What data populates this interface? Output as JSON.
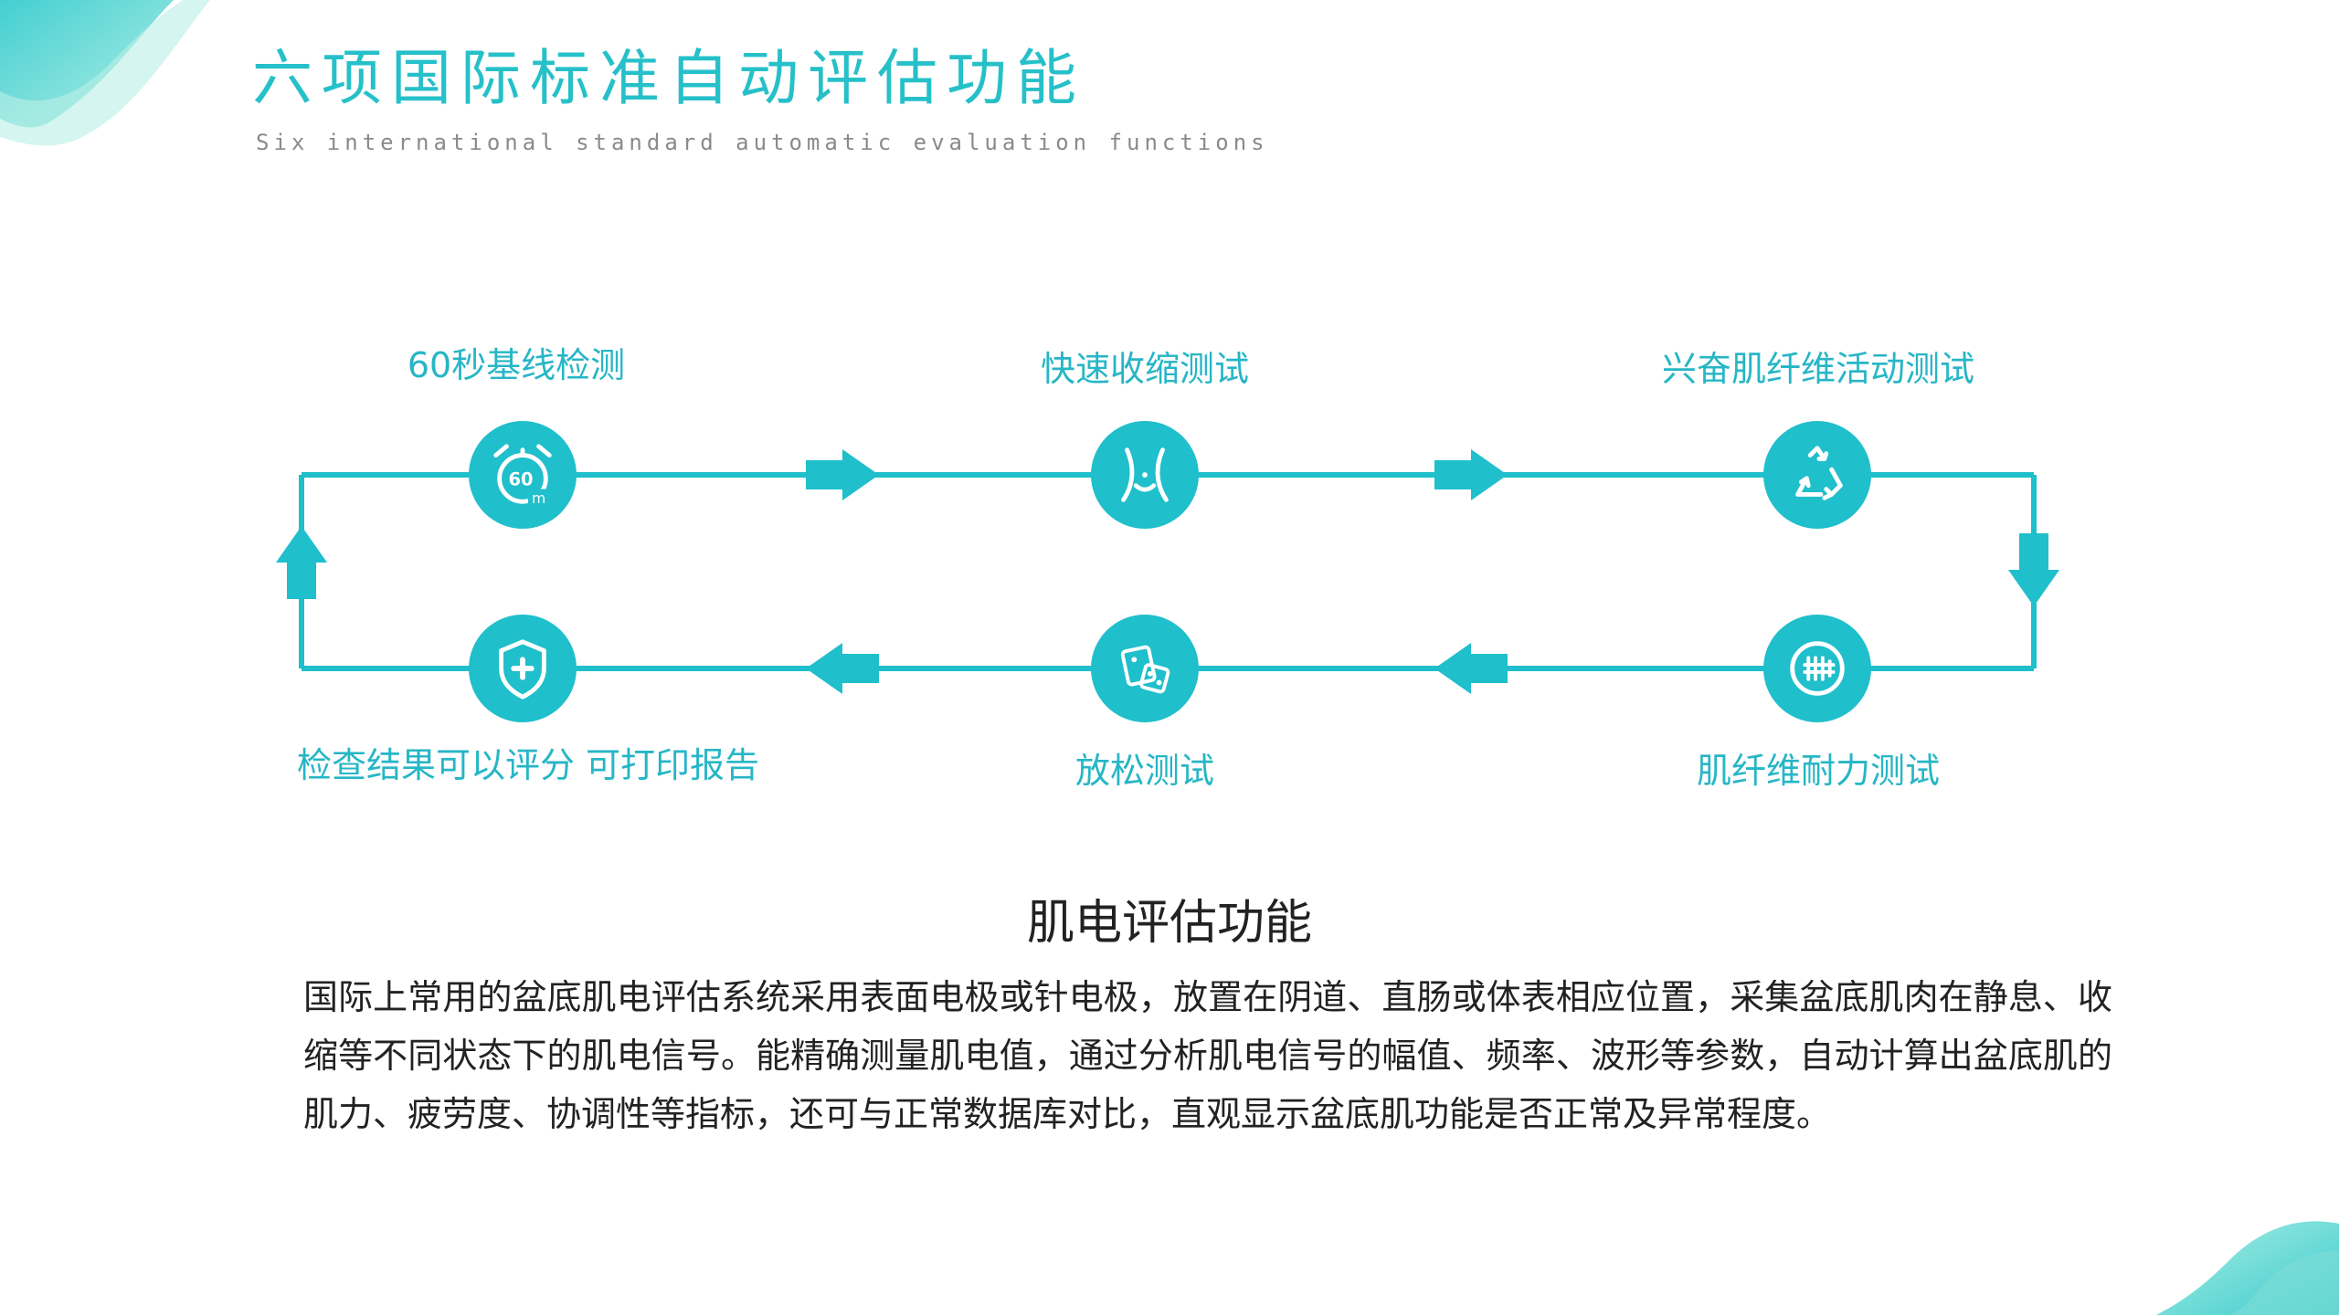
{
  "header": {
    "title": "六项国际标准自动评估功能",
    "subtitle": "Six international standard automatic evaluation functions"
  },
  "flow": {
    "nodes": [
      {
        "label": "60秒基线检测",
        "icon": "alarm-clock-60-icon",
        "icon_text": "60",
        "icon_subtext": "m"
      },
      {
        "label": "快速收缩测试",
        "icon": "abdomen-icon"
      },
      {
        "label": "兴奋肌纤维活动测试",
        "icon": "recycle-icon"
      },
      {
        "label": "肌纤维耐力测试",
        "icon": "muscle-fiber-icon"
      },
      {
        "label": "放松测试",
        "icon": "dice-cards-icon"
      },
      {
        "label": "检查结果可以评分  可打印报告",
        "icon": "shield-plus-icon"
      }
    ]
  },
  "content": {
    "section_title": "肌电评估功能",
    "description": "国际上常用的盆底肌电评估系统采用表面电极或针电极，放置在阴道、直肠或体表相应位置，采集盆底肌肉在静息、收缩等不同状态下的肌电信号。能精确测量肌电值，通过分析肌电信号的幅值、频率、波形等参数，自动计算出盆底肌的肌力、疲劳度、协调性等指标，还可与正常数据库对比，直观显示盆底肌功能是否正常及异常程度。"
  },
  "colors": {
    "accent": "#1fbfcb",
    "label": "#26b6c6",
    "text": "#222222"
  }
}
